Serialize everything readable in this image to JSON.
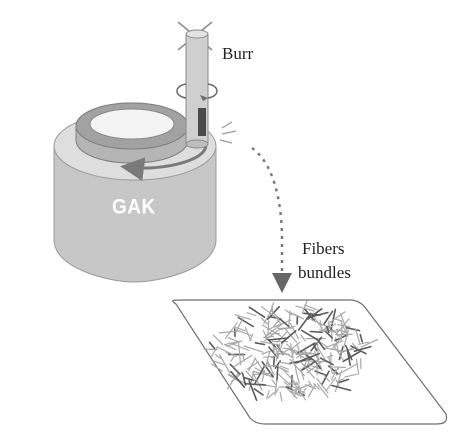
{
  "labels": {
    "burr": "Burr",
    "fibers_line1": "Fibers",
    "fibers_line2": "bundles",
    "gak": "GAK"
  },
  "colors": {
    "cylinder_side": "#c7c7c7",
    "cylinder_top": "#dedede",
    "rim_top": "#a8a8a8",
    "rim_inner": "#f4f4f4",
    "rod": "#cfcfcf",
    "arrow": "#7a7a7a",
    "fiber_light": "#a8a8a8",
    "fiber_dark": "#5a5a5a",
    "outline": "#6e6e6e"
  },
  "icons": {
    "rotation": "circular-arrow-icon",
    "flow": "dotted-arrow-icon"
  }
}
